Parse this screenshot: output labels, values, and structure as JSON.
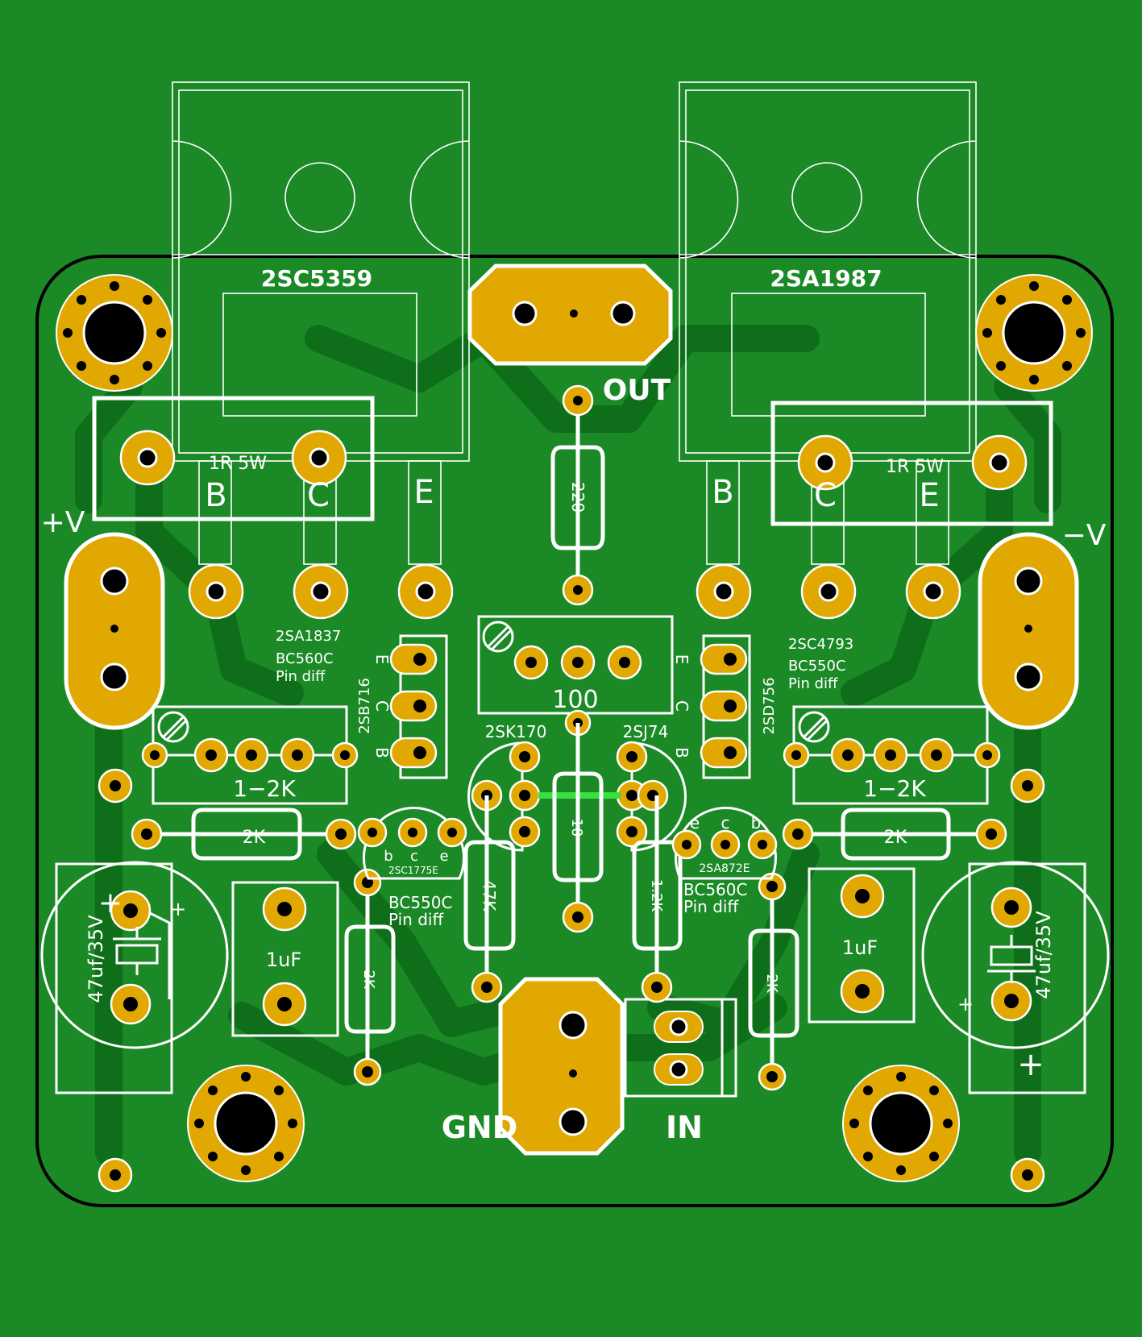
{
  "colors": {
    "board": "#1b8a26",
    "copper_trace": "#0e6e19",
    "pad": "#e0a800",
    "silkscreen": "#ffffff",
    "drill_hole": "#000000",
    "jumper": "#39e040"
  },
  "labels": {
    "q_npn_out": "2SC5359",
    "q_pnp_out": "2SA1987",
    "res_left": "1R 5W",
    "res_right": "1R 5W",
    "pin_b_left": "B",
    "pin_c_left": "C",
    "pin_e_left": "E",
    "pin_b_right": "B",
    "pin_c_right": "C",
    "pin_e_right": "E",
    "out": "OUT",
    "plus_v": "+V",
    "minus_v": "−V",
    "gnd": "GND",
    "in": "IN",
    "r220": "220",
    "pot100": "100",
    "drv_left_alt": "2SA1837",
    "drv_left_sub": "BC560C",
    "drv_left_note": "Pin diff",
    "drv_left_part": "2SB716",
    "drv_right_alt": "2SC4793",
    "drv_right_sub": "BC550C",
    "drv_right_note": "Pin diff",
    "drv_right_part": "2SD756",
    "pin_e_drv_l": "E",
    "pin_c_drv_l": "C",
    "pin_b_drv_l": "B",
    "pin_e_drv_r": "E",
    "pin_c_drv_r": "C",
    "pin_b_drv_r": "B",
    "pot_left": "1−2K",
    "pot_right": "1−2K",
    "fet_n": "2SK170",
    "fet_p": "2SJ74",
    "r_2k_left": "2K",
    "r_2k_right": "2K",
    "r_47k": "47K",
    "r_10": "10",
    "r_1_2k": "1.2K",
    "r_2k_vert_left": "2K",
    "r_2k_vert_right": "2K",
    "q_small_left": "2SC1775E",
    "q_small_left_sub": "BC550C",
    "q_small_left_note": "Pin diff",
    "q_small_left_b": "b",
    "q_small_left_c": "c",
    "q_small_left_e": "e",
    "q_small_right": "2SA872E",
    "q_small_right_sub": "BC560C",
    "q_small_right_note": "Pin diff",
    "q_small_right_e": "e",
    "q_small_right_c": "c",
    "q_small_right_b": "b",
    "cap_film_left": "1uF",
    "cap_film_right": "1uF",
    "cap_elec_left": "47uf/35V",
    "cap_elec_right": "47uf/35V",
    "cap_plus": "+"
  }
}
